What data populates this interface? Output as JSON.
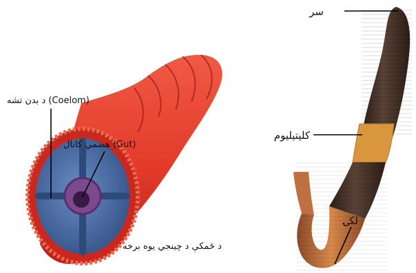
{
  "diagram": {
    "labels": {
      "head": "سر",
      "clitellum": "کلیتیلیوم",
      "tail": "لکۍ",
      "coelom": "د بدن تشه (Coelom)",
      "gut": "هضمي کانال (Gut)",
      "segment": "د ځمکې د چينجي یوه برخه"
    },
    "colors": {
      "body_tube": "#e23a2a",
      "body_tube_dark": "#b8201a",
      "coelom": "#4a6fa8",
      "worm_dark": "#3a2a22",
      "clitellum": "#e0a040",
      "worm_tail": "#c8703a",
      "leader": "#000000"
    }
  }
}
